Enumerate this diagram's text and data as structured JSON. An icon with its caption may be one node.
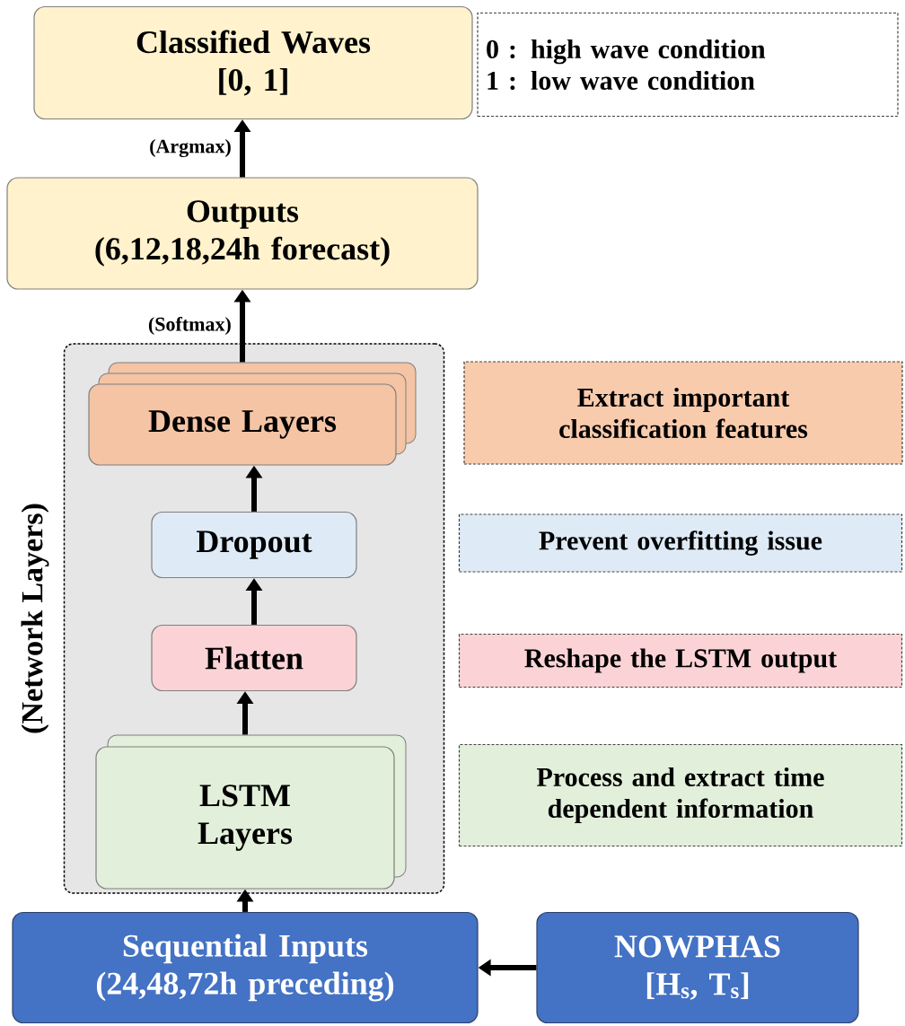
{
  "diagram": {
    "nodes": [
      {
        "text": [
          "Classified Waves",
          "[0, 1]"
        ]
      },
      {
        "text": [
          "0 :  high wave condition",
          "1 :  low wave condition"
        ]
      },
      {
        "text": [
          "Outputs",
          "(6,12,18,24h forecast)"
        ]
      },
      {
        "text": [
          "(Network Layers)"
        ]
      },
      {
        "text": [
          "Dense Layers"
        ],
        "in": 3
      },
      {
        "text": [
          "Dropout"
        ],
        "in": 3
      },
      {
        "text": [
          "Flatten"
        ],
        "in": 3
      },
      {
        "text": [
          "LSTM Layers"
        ],
        "in": 3
      },
      {
        "text": [
          "Sequential Inputs",
          "(24,48,72h preceding)"
        ]
      },
      {
        "text": [
          "NOWPHAS",
          "[H$_{s}$, T$_{s}$]"
        ]
      },
      {
        "text": [
          "Extract important classification features"
        ]
      },
      {
        "text": [
          "Prevent overfitting issue"
        ]
      },
      {
        "text": [
          "Reshape the LSTM output"
        ]
      },
      {
        "text": [
          "Process and extract time dependent information"
        ]
      }
    ],
    "edges": [
      {
        "from": 2,
        "to": 0,
        "arrow": "to",
        "label": "(Argmax)"
      },
      {
        "from": 4,
        "to": 2,
        "arrow": "to",
        "label": "(Softmax)"
      },
      {
        "from": 5,
        "to": 4,
        "arrow": "to"
      },
      {
        "from": 6,
        "to": 5,
        "arrow": "to"
      },
      {
        "from": 7,
        "to": 6,
        "arrow": "to"
      },
      {
        "from": 8,
        "to": 7,
        "arrow": "to"
      },
      {
        "from": 9,
        "to": 8,
        "arrow": "to"
      }
    ]
  }
}
